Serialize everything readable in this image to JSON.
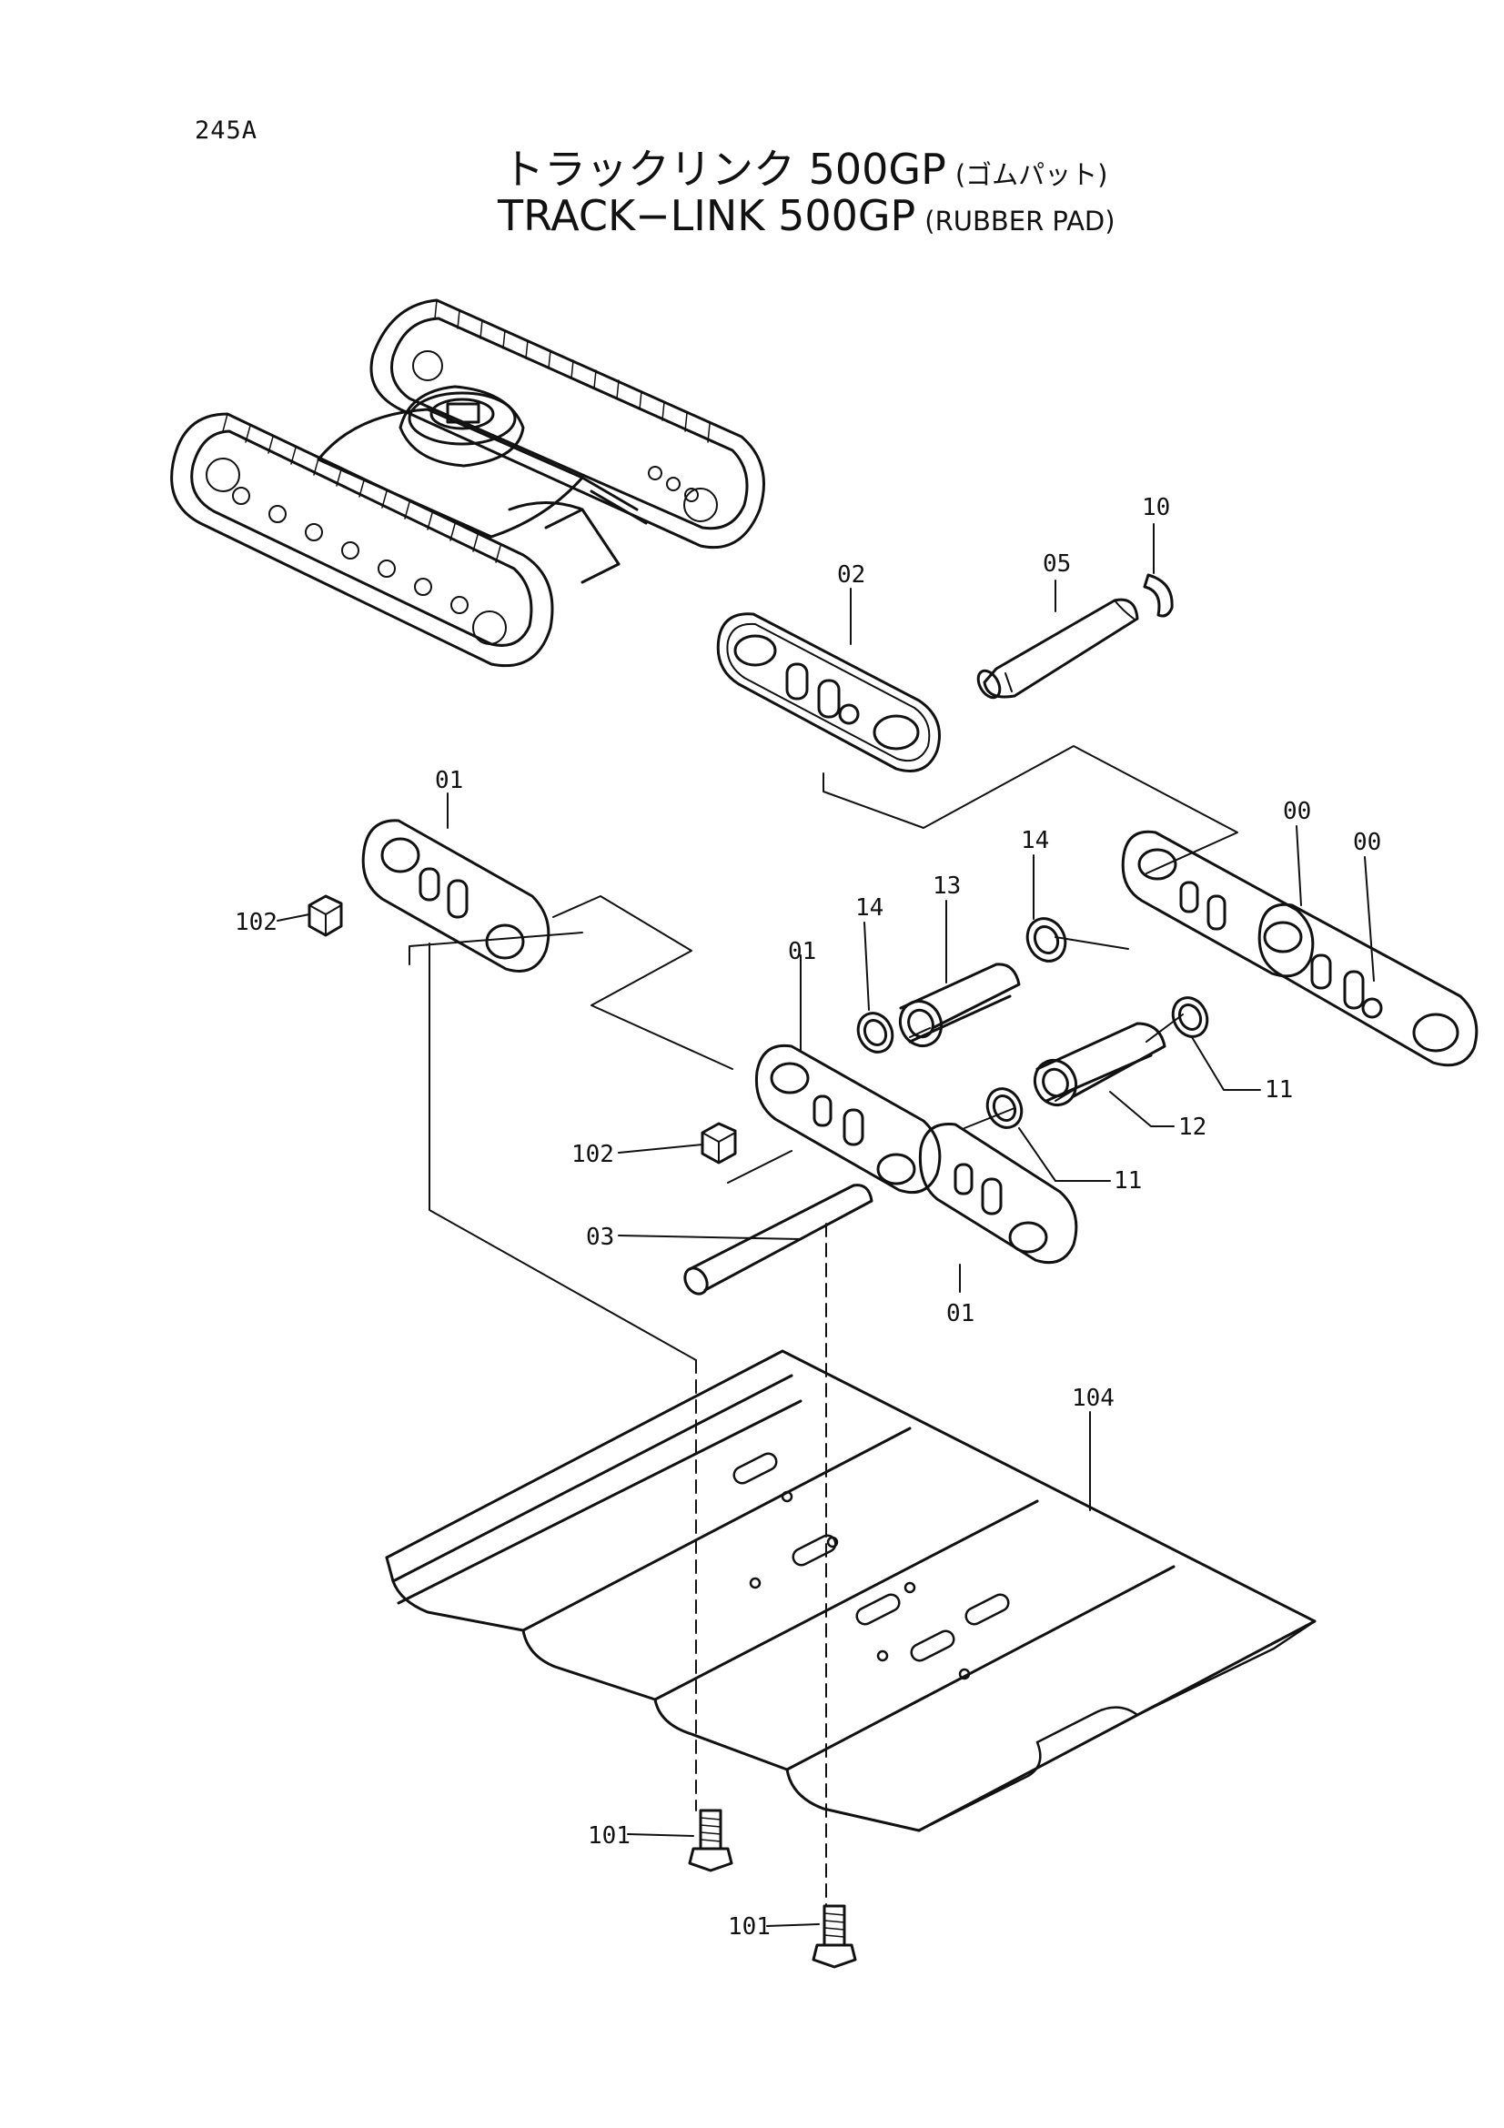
{
  "page": {
    "id": "245A"
  },
  "title": {
    "ja_main": "トラックリンク 500GP",
    "ja_sub": "(ゴムパット)",
    "en_main": "TRACK−LINK 500GP",
    "en_sub": "(RUBBER PAD)"
  },
  "callouts": [
    {
      "label": "10"
    },
    {
      "label": "05"
    },
    {
      "label": "02"
    },
    {
      "label": "01"
    },
    {
      "label": "102"
    },
    {
      "label": "14"
    },
    {
      "label": "13"
    },
    {
      "label": "00"
    },
    {
      "label": "00"
    },
    {
      "label": "01"
    },
    {
      "label": "14"
    },
    {
      "label": "11"
    },
    {
      "label": "12"
    },
    {
      "label": "102"
    },
    {
      "label": "11"
    },
    {
      "label": "03"
    },
    {
      "label": "01"
    },
    {
      "label": "104"
    },
    {
      "label": "101"
    },
    {
      "label": "101"
    }
  ],
  "colors": {
    "ink": "#111111",
    "paper": "#ffffff"
  }
}
